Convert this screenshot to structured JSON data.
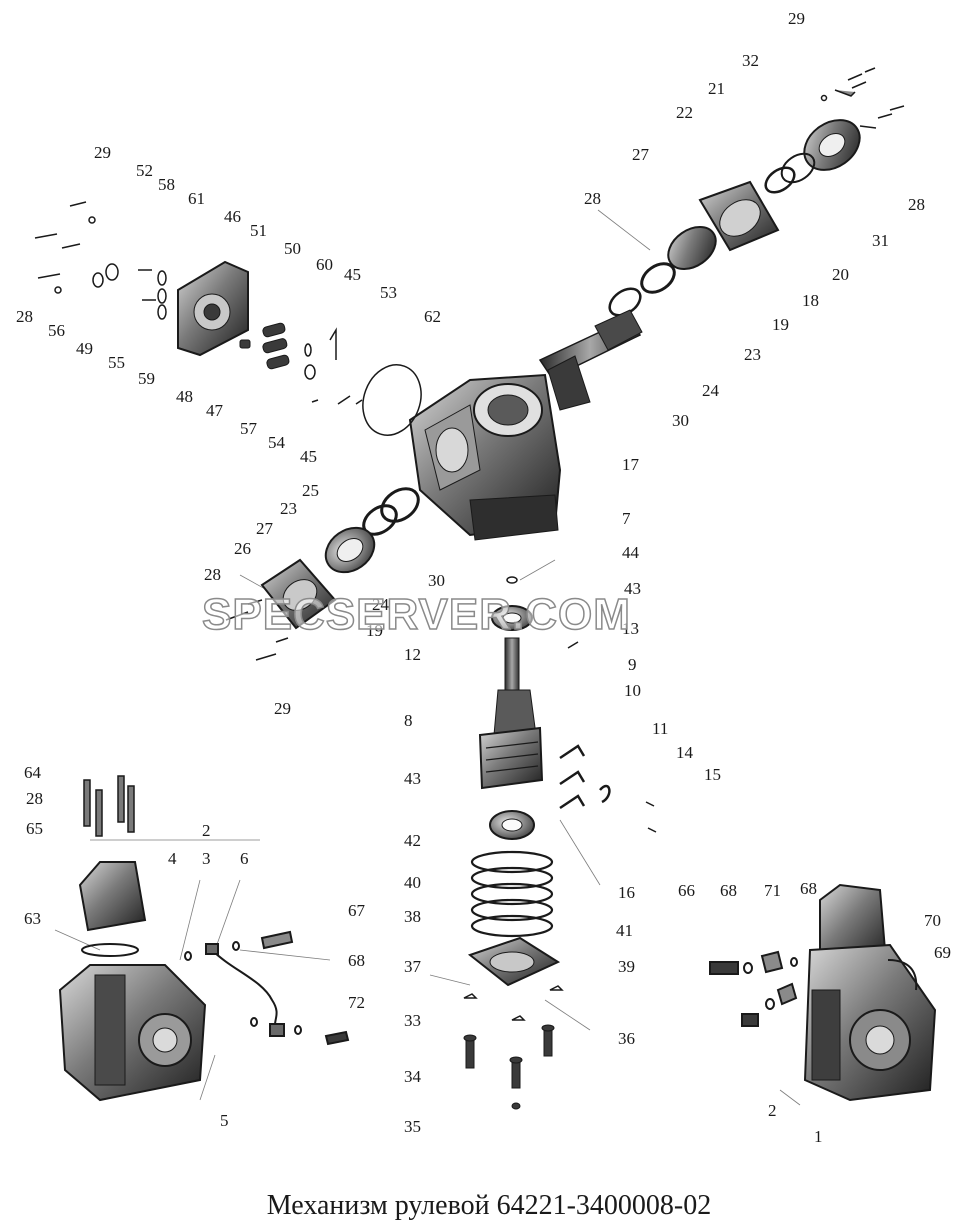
{
  "caption": "Механизм рулевой 64221-3400008-02",
  "watermark": "SPECSERVER.COM",
  "colors": {
    "metal_dark": "#2b2b2b",
    "metal_mid": "#6e6e6e",
    "metal_light": "#bdbdbd",
    "ink": "#1a1a1a"
  },
  "labels": [
    {
      "id": "l1",
      "text": "29"
    },
    {
      "id": "l2",
      "text": "32"
    },
    {
      "id": "l3",
      "text": "21"
    },
    {
      "id": "l4",
      "text": "22"
    },
    {
      "id": "l5",
      "text": "27"
    },
    {
      "id": "l6",
      "text": "28"
    },
    {
      "id": "l7",
      "text": "28"
    },
    {
      "id": "l8",
      "text": "31"
    },
    {
      "id": "l9",
      "text": "20"
    },
    {
      "id": "l10",
      "text": "18"
    },
    {
      "id": "l11",
      "text": "19"
    },
    {
      "id": "l12",
      "text": "23"
    },
    {
      "id": "l13",
      "text": "24"
    },
    {
      "id": "l14",
      "text": "30"
    },
    {
      "id": "l15",
      "text": "17"
    },
    {
      "id": "l16",
      "text": "7"
    },
    {
      "id": "l17",
      "text": "29"
    },
    {
      "id": "l18",
      "text": "52"
    },
    {
      "id": "l19",
      "text": "58"
    },
    {
      "id": "l20",
      "text": "61"
    },
    {
      "id": "l21",
      "text": "46"
    },
    {
      "id": "l22",
      "text": "51"
    },
    {
      "id": "l23",
      "text": "50"
    },
    {
      "id": "l24",
      "text": "60"
    },
    {
      "id": "l25",
      "text": "45"
    },
    {
      "id": "l26",
      "text": "53"
    },
    {
      "id": "l27",
      "text": "62"
    },
    {
      "id": "l28",
      "text": "28"
    },
    {
      "id": "l29",
      "text": "56"
    },
    {
      "id": "l30",
      "text": "49"
    },
    {
      "id": "l31",
      "text": "55"
    },
    {
      "id": "l32",
      "text": "59"
    },
    {
      "id": "l33",
      "text": "48"
    },
    {
      "id": "l34",
      "text": "47"
    },
    {
      "id": "l35",
      "text": "57"
    },
    {
      "id": "l36",
      "text": "54"
    },
    {
      "id": "l37",
      "text": "45"
    },
    {
      "id": "l38",
      "text": "25"
    },
    {
      "id": "l39",
      "text": "23"
    },
    {
      "id": "l40",
      "text": "27"
    },
    {
      "id": "l41",
      "text": "26"
    },
    {
      "id": "l42",
      "text": "28"
    },
    {
      "id": "l43",
      "text": "30"
    },
    {
      "id": "l44",
      "text": "24"
    },
    {
      "id": "l45",
      "text": "19"
    },
    {
      "id": "l46",
      "text": "29"
    },
    {
      "id": "l47",
      "text": "44"
    },
    {
      "id": "l48",
      "text": "43"
    },
    {
      "id": "l49",
      "text": "13"
    },
    {
      "id": "l50",
      "text": "12"
    },
    {
      "id": "l51",
      "text": "9"
    },
    {
      "id": "l52",
      "text": "10"
    },
    {
      "id": "l53",
      "text": "8"
    },
    {
      "id": "l54",
      "text": "11"
    },
    {
      "id": "l55",
      "text": "14"
    },
    {
      "id": "l56",
      "text": "15"
    },
    {
      "id": "l57",
      "text": "43"
    },
    {
      "id": "l58",
      "text": "42"
    },
    {
      "id": "l59",
      "text": "16"
    },
    {
      "id": "l60",
      "text": "40"
    },
    {
      "id": "l61",
      "text": "41"
    },
    {
      "id": "l62",
      "text": "38"
    },
    {
      "id": "l63",
      "text": "37"
    },
    {
      "id": "l64",
      "text": "39"
    },
    {
      "id": "l65",
      "text": "33"
    },
    {
      "id": "l66",
      "text": "36"
    },
    {
      "id": "l67",
      "text": "34"
    },
    {
      "id": "l68",
      "text": "35"
    },
    {
      "id": "l69",
      "text": "64"
    },
    {
      "id": "l70",
      "text": "28"
    },
    {
      "id": "l71",
      "text": "65"
    },
    {
      "id": "l72",
      "text": "2"
    },
    {
      "id": "l73",
      "text": "4"
    },
    {
      "id": "l74",
      "text": "3"
    },
    {
      "id": "l75",
      "text": "6"
    },
    {
      "id": "l76",
      "text": "63"
    },
    {
      "id": "l77",
      "text": "67"
    },
    {
      "id": "l78",
      "text": "68"
    },
    {
      "id": "l79",
      "text": "72"
    },
    {
      "id": "l80",
      "text": "5"
    },
    {
      "id": "l81",
      "text": "66"
    },
    {
      "id": "l82",
      "text": "68"
    },
    {
      "id": "l83",
      "text": "71"
    },
    {
      "id": "l84",
      "text": "68"
    },
    {
      "id": "l85",
      "text": "70"
    },
    {
      "id": "l86",
      "text": "69"
    },
    {
      "id": "l87",
      "text": "2"
    },
    {
      "id": "l88",
      "text": "1"
    }
  ]
}
